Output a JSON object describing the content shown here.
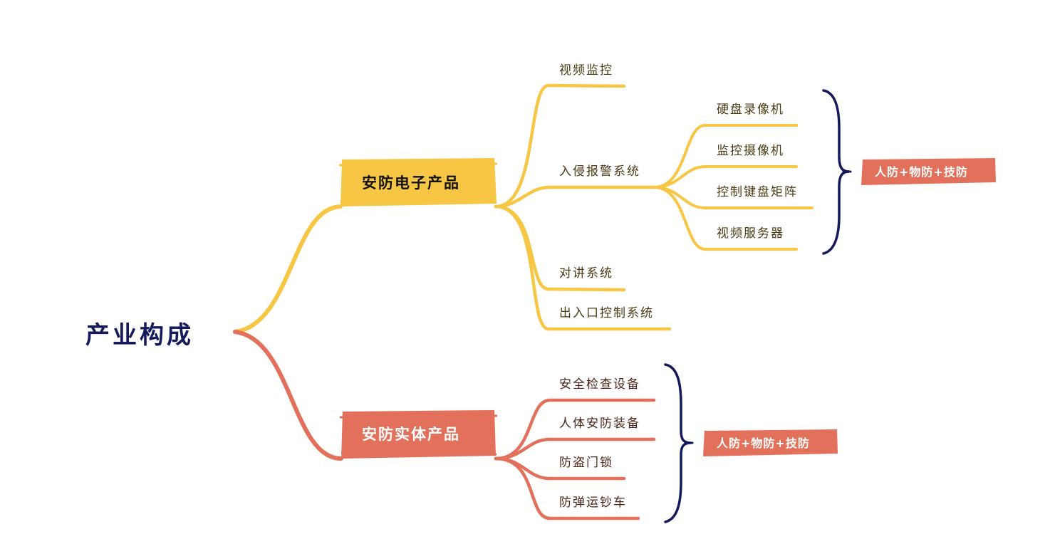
{
  "colors": {
    "root_text": "#141a5c",
    "electronic": "#f7c644",
    "physical": "#e2705a",
    "leaf_text_electronic": "#4a3a14",
    "leaf_text_physical": "#4a2418",
    "brace": "#141a5c",
    "tag_text": "#ffffff",
    "main_text_electronic": "#111111",
    "main_text_physical": "#ffffff"
  },
  "root": {
    "label": "产业构成"
  },
  "branches": [
    {
      "label": "安防电子产品",
      "color_key": "electronic",
      "children": [
        {
          "label": "视频监控"
        },
        {
          "label": "入侵报警系统",
          "children": [
            {
              "label": "硬盘录像机"
            },
            {
              "label": "监控摄像机"
            },
            {
              "label": "控制键盘矩阵"
            },
            {
              "label": "视频服务器"
            }
          ],
          "summary": "人防+物防+技防"
        },
        {
          "label": "对讲系统"
        },
        {
          "label": "出入口控制系统"
        }
      ]
    },
    {
      "label": "安防实体产品",
      "color_key": "physical",
      "children": [
        {
          "label": "安全检查设备"
        },
        {
          "label": "人体安防装备"
        },
        {
          "label": "防盗门锁"
        },
        {
          "label": "防弹运钞车"
        }
      ],
      "summary": "人防+物防+技防"
    }
  ]
}
